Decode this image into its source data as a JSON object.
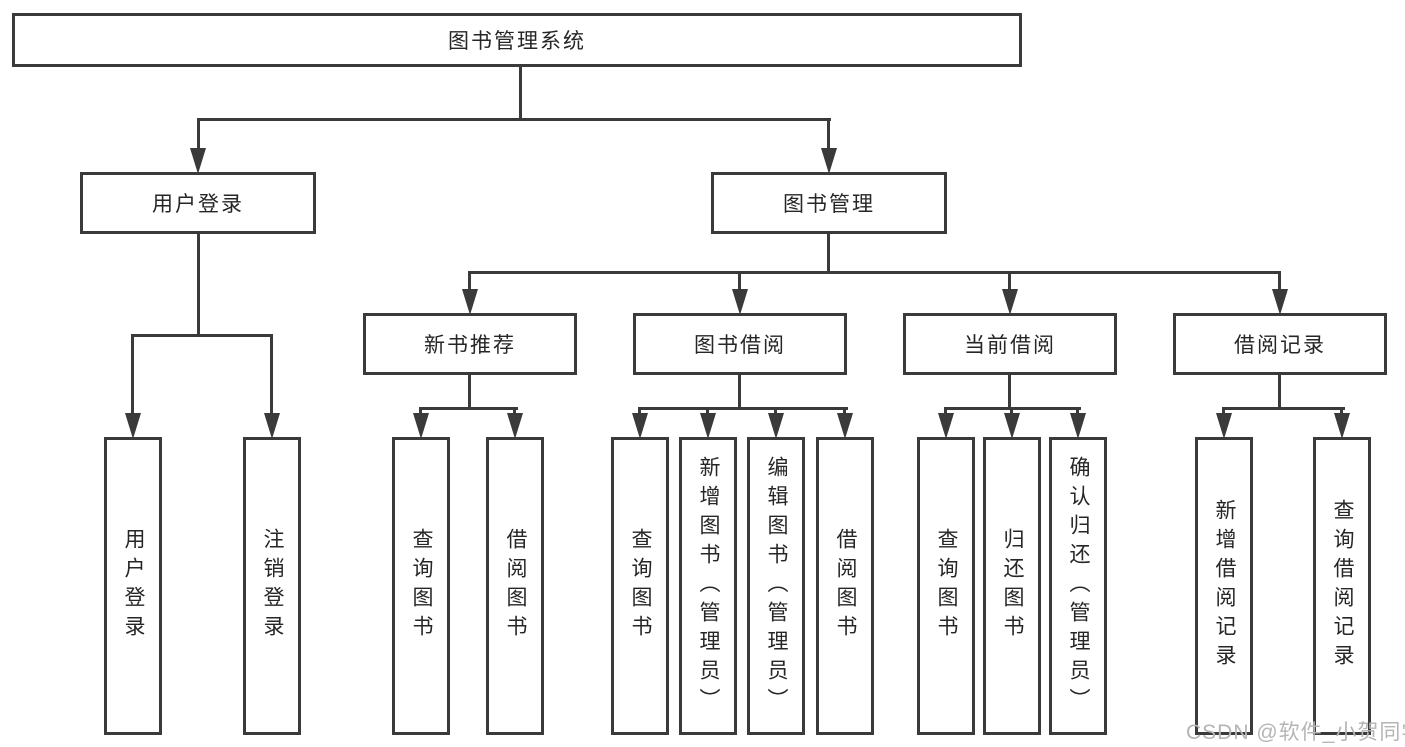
{
  "tree": {
    "root": "图书管理系统",
    "branches": [
      {
        "label": "用户登录",
        "children": [
          "用户登录",
          "注销登录"
        ]
      },
      {
        "label": "图书管理",
        "sections": [
          {
            "label": "新书推荐",
            "children": [
              "查询图书",
              "借阅图书"
            ]
          },
          {
            "label": "图书借阅",
            "children": [
              "查询图书",
              "新增图书（管理员）",
              "编辑图书（管理员）",
              "借阅图书"
            ]
          },
          {
            "label": "当前借阅",
            "children": [
              "查询图书",
              "归还图书",
              "确认归还（管理员）"
            ]
          },
          {
            "label": "借阅记录",
            "children": [
              "新增借阅记录",
              "查询借阅记录"
            ]
          }
        ]
      }
    ]
  },
  "watermark": "CSDN @软件_小贺同学",
  "colors": {
    "line": "#3a3a3a",
    "text": "#262626",
    "watermark": "#b5b5b5",
    "background": "#ffffff"
  }
}
